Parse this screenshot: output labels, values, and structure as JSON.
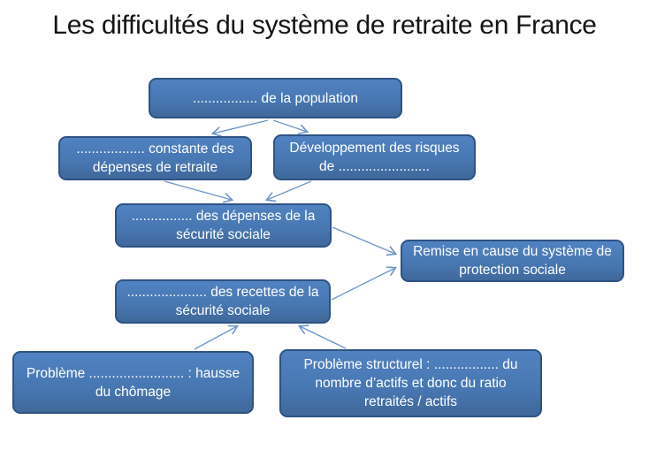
{
  "title": "Les difficultés du système de retraite en France",
  "colors": {
    "box_fill": "#4a7cba",
    "box_fill_bottom": "#40689b",
    "box_border": "#2e5384",
    "box_text": "#ffffff",
    "arrow": "#6f96cb",
    "background": "#ffffff",
    "title_text": "#141414"
  },
  "diagram": {
    "nodes": {
      "population": {
        "label": "................. de la population"
      },
      "hausse_depenses": {
        "label": ".................. constante des\ndépenses de retraite"
      },
      "risques": {
        "label": "Développement des risques\nde ........................"
      },
      "depenses_secu": {
        "label": "................ des dépenses de la\nsécurité sociale"
      },
      "remise_en_cause": {
        "label": "Remise en cause du système de\nprotection sociale"
      },
      "recettes_secu": {
        "label": "..................... des recettes de la\nsécurité sociale"
      },
      "probleme_chomage": {
        "label": "Problème ......................... : hausse\ndu chômage"
      },
      "probleme_structurel": {
        "label": "Problème structurel : ................. du\nnombre d’actifs et donc du ratio\nretraités / actifs"
      }
    },
    "edges": [
      {
        "from": "population",
        "to": "hausse_depenses"
      },
      {
        "from": "population",
        "to": "risques"
      },
      {
        "from": "hausse_depenses",
        "to": "depenses_secu"
      },
      {
        "from": "risques",
        "to": "depenses_secu"
      },
      {
        "from": "depenses_secu",
        "to": "remise_en_cause"
      },
      {
        "from": "recettes_secu",
        "to": "remise_en_cause"
      },
      {
        "from": "probleme_chomage",
        "to": "recettes_secu"
      },
      {
        "from": "probleme_structurel",
        "to": "recettes_secu"
      }
    ]
  }
}
